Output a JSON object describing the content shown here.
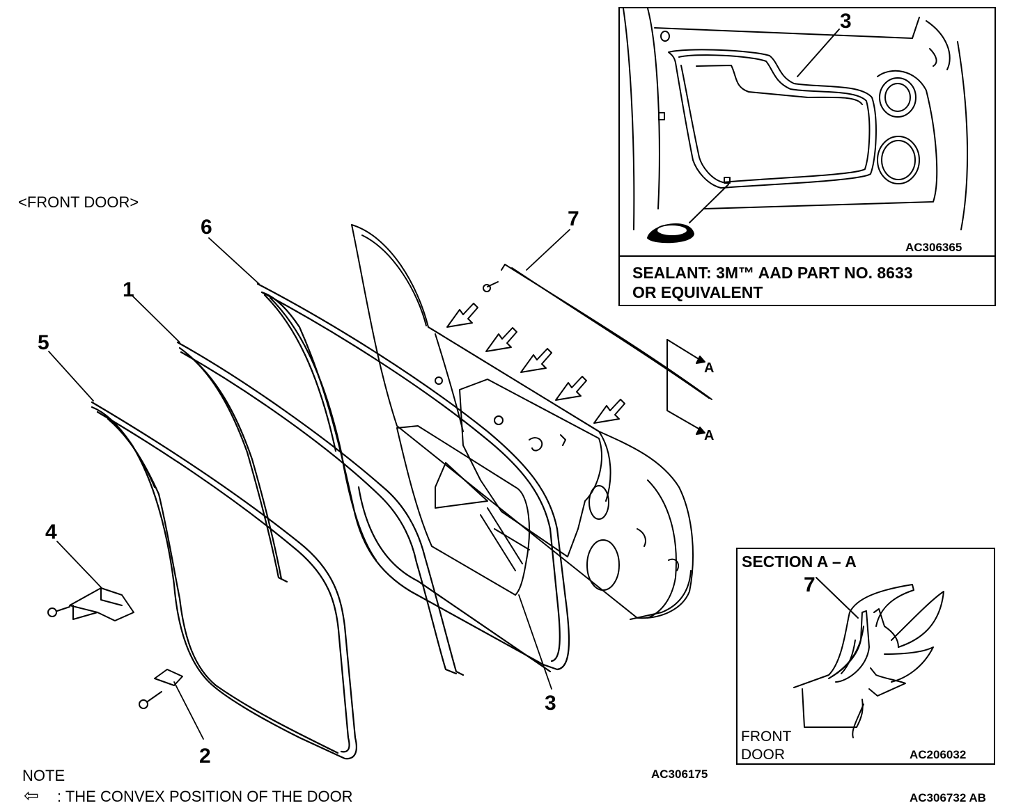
{
  "diagram": {
    "view_title": "<FRONT DOOR>",
    "callouts": {
      "c1": "1",
      "c2": "2",
      "c3": "3",
      "c4": "4",
      "c5": "5",
      "c6": "6",
      "c7": "7",
      "inset_c3": "3",
      "section_c7": "7",
      "arrow_a_top": "A",
      "arrow_a_bottom": "A"
    },
    "main_code": "AC306175",
    "figure_code": "AC306732 AB",
    "note": {
      "heading": "NOTE",
      "symbol": "⇦",
      "text": ": THE CONVEX POSITION OF THE DOOR"
    }
  },
  "sealant_inset": {
    "code": "AC306365",
    "callout": "3",
    "text_line1": "SEALANT: 3M™ AAD PART NO. 8633",
    "text_line2": "OR EQUIVALENT"
  },
  "section_inset": {
    "title": "SECTION A – A",
    "callout": "7",
    "label_line1": "FRONT",
    "label_line2": "DOOR",
    "code": "AC206032"
  }
}
